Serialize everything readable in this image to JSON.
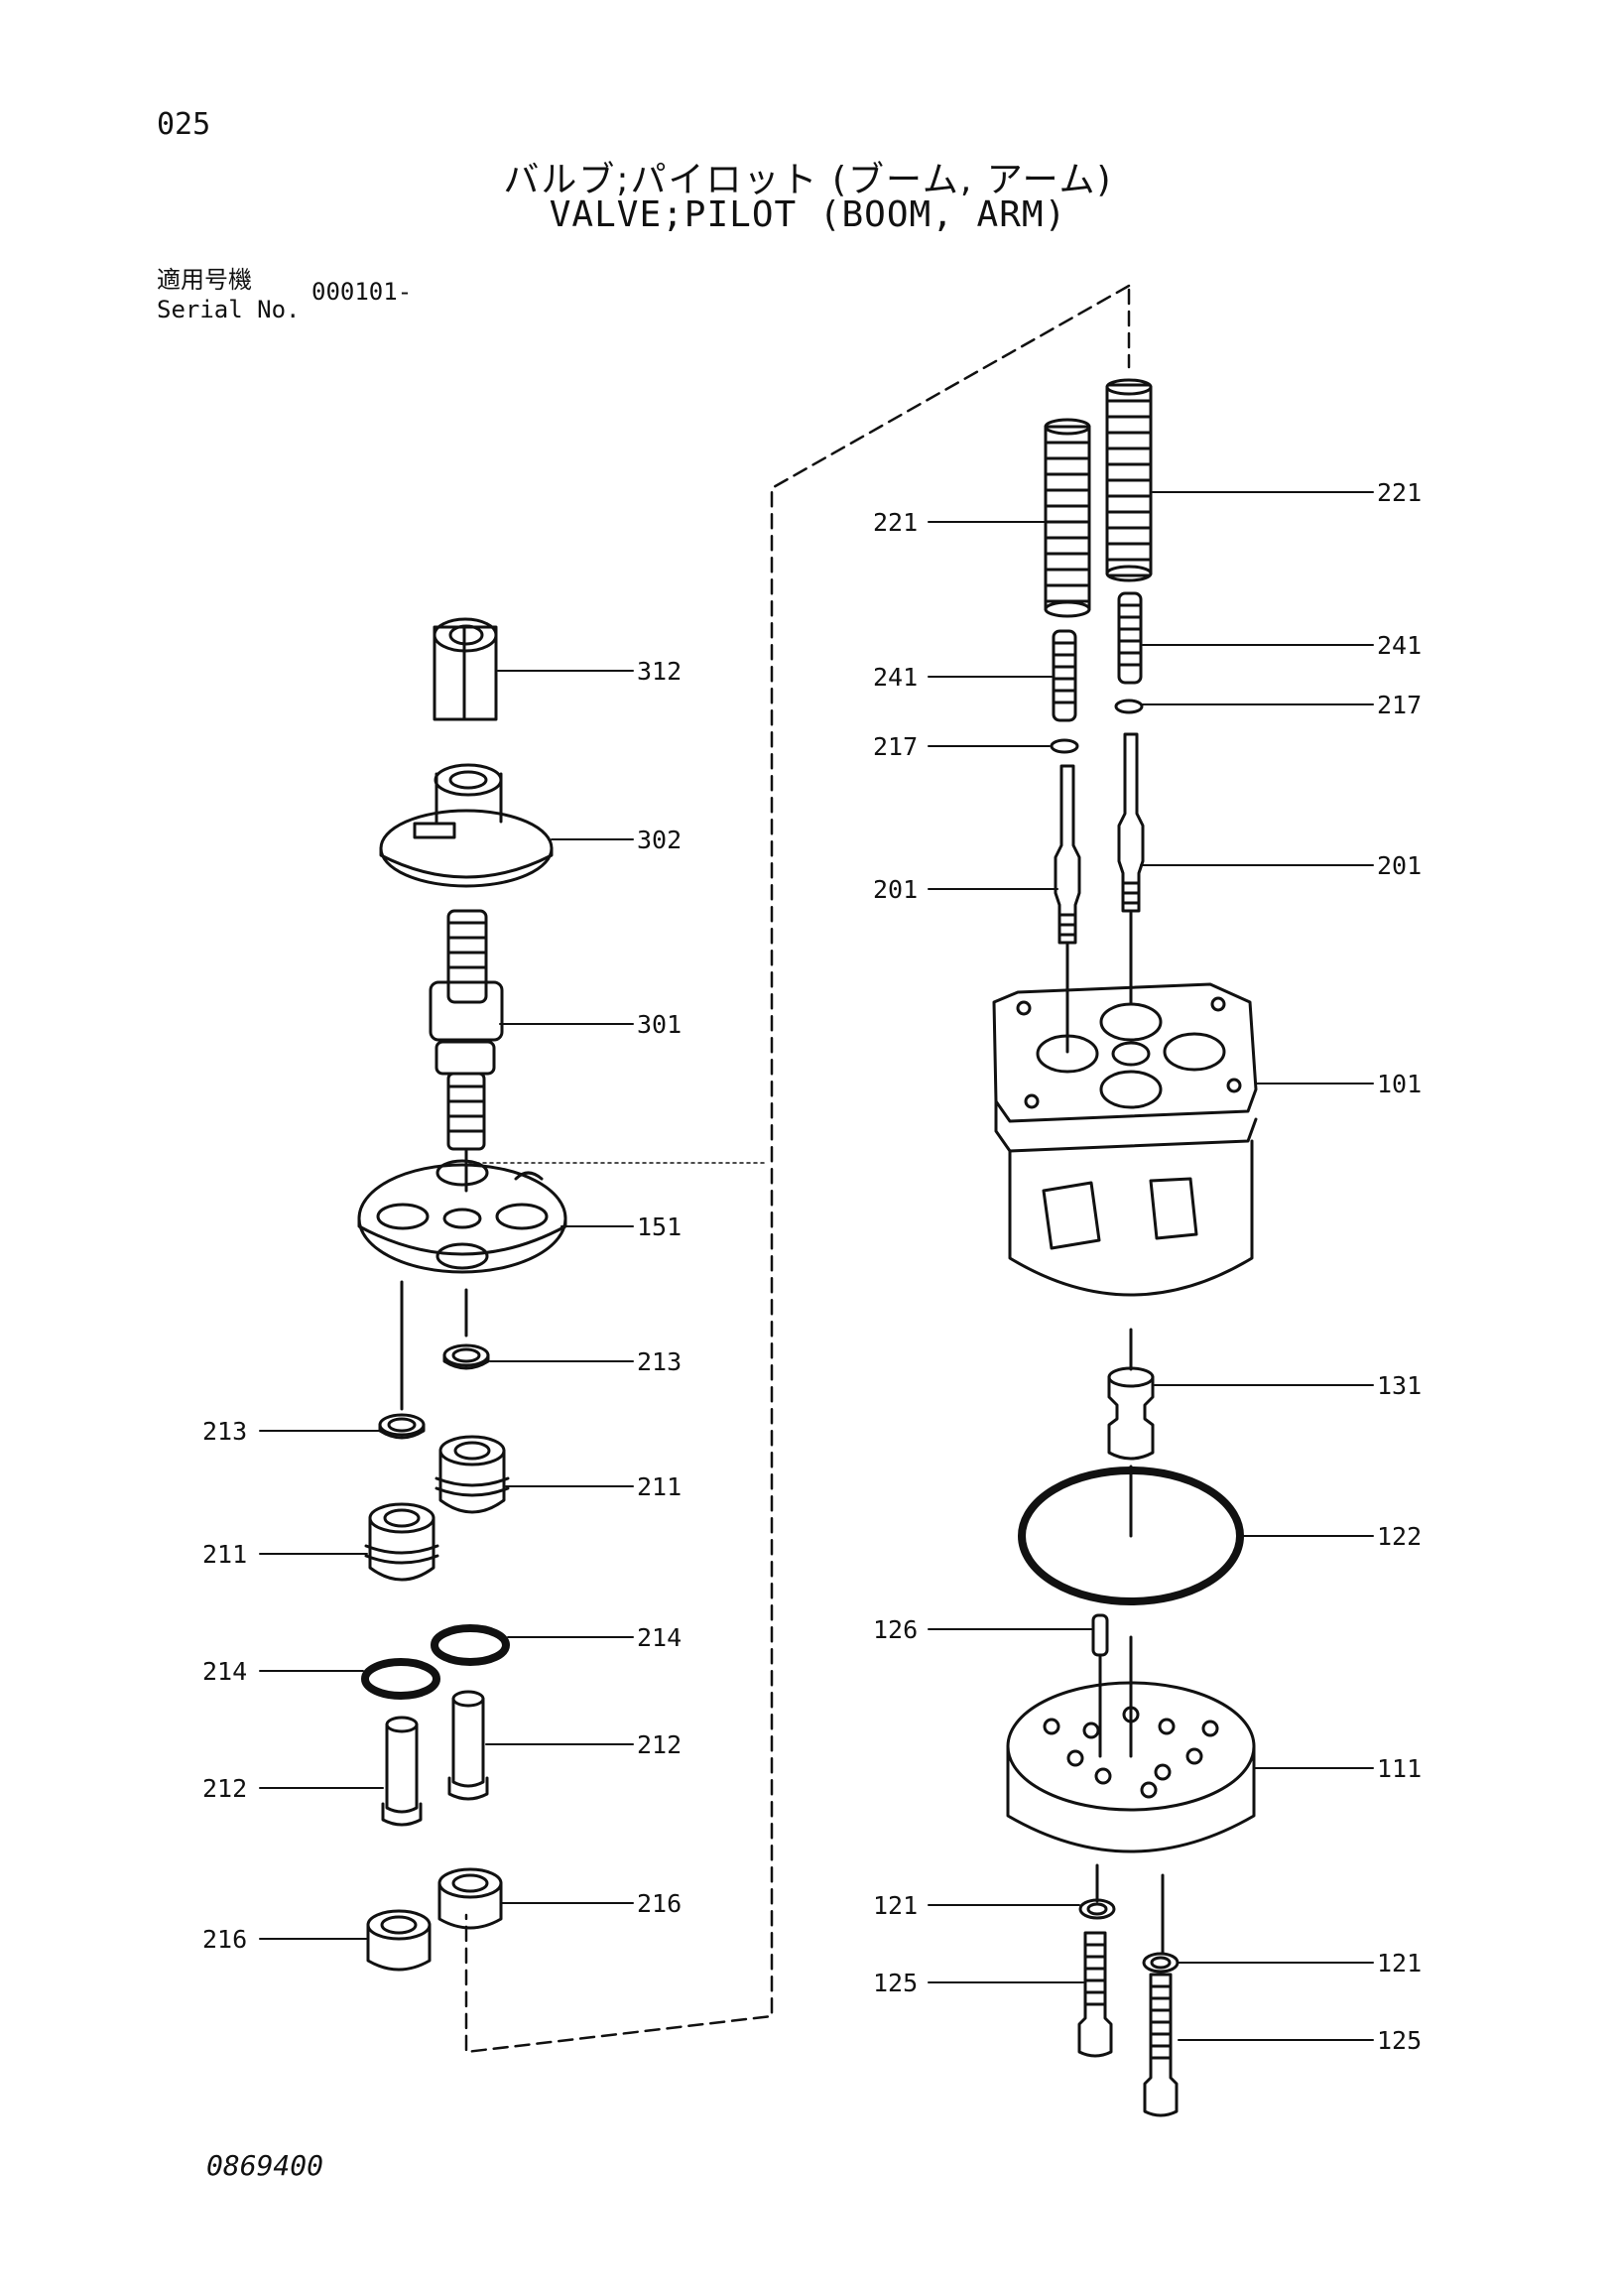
{
  "header": {
    "page_number": "025",
    "title_jp": "バルブ;パイロット (ブーム, アーム)",
    "title_en": "VALVE;PILOT (BOOM, ARM)",
    "serial_label_jp": "適用号機",
    "serial_label_en": "Serial No.",
    "serial_value": "000101-"
  },
  "footer": {
    "drawing_number": "0869400"
  },
  "callouts": [
    {
      "id": "c312",
      "label": "312"
    },
    {
      "id": "c302",
      "label": "302"
    },
    {
      "id": "c301",
      "label": "301"
    },
    {
      "id": "c151",
      "label": "151"
    },
    {
      "id": "c213a",
      "label": "213"
    },
    {
      "id": "c213b",
      "label": "213"
    },
    {
      "id": "c211a",
      "label": "211"
    },
    {
      "id": "c211b",
      "label": "211"
    },
    {
      "id": "c214a",
      "label": "214"
    },
    {
      "id": "c214b",
      "label": "214"
    },
    {
      "id": "c212a",
      "label": "212"
    },
    {
      "id": "c212b",
      "label": "212"
    },
    {
      "id": "c216a",
      "label": "216"
    },
    {
      "id": "c216b",
      "label": "216"
    },
    {
      "id": "c221a",
      "label": "221"
    },
    {
      "id": "c221b",
      "label": "221"
    },
    {
      "id": "c241a",
      "label": "241"
    },
    {
      "id": "c241b",
      "label": "241"
    },
    {
      "id": "c217a",
      "label": "217"
    },
    {
      "id": "c217b",
      "label": "217"
    },
    {
      "id": "c201a",
      "label": "201"
    },
    {
      "id": "c201b",
      "label": "201"
    },
    {
      "id": "c101",
      "label": "101"
    },
    {
      "id": "c131",
      "label": "131"
    },
    {
      "id": "c122",
      "label": "122"
    },
    {
      "id": "c126",
      "label": "126"
    },
    {
      "id": "c111",
      "label": "111"
    },
    {
      "id": "c121a",
      "label": "121"
    },
    {
      "id": "c121b",
      "label": "121"
    },
    {
      "id": "c125a",
      "label": "125"
    },
    {
      "id": "c125b",
      "label": "125"
    }
  ]
}
